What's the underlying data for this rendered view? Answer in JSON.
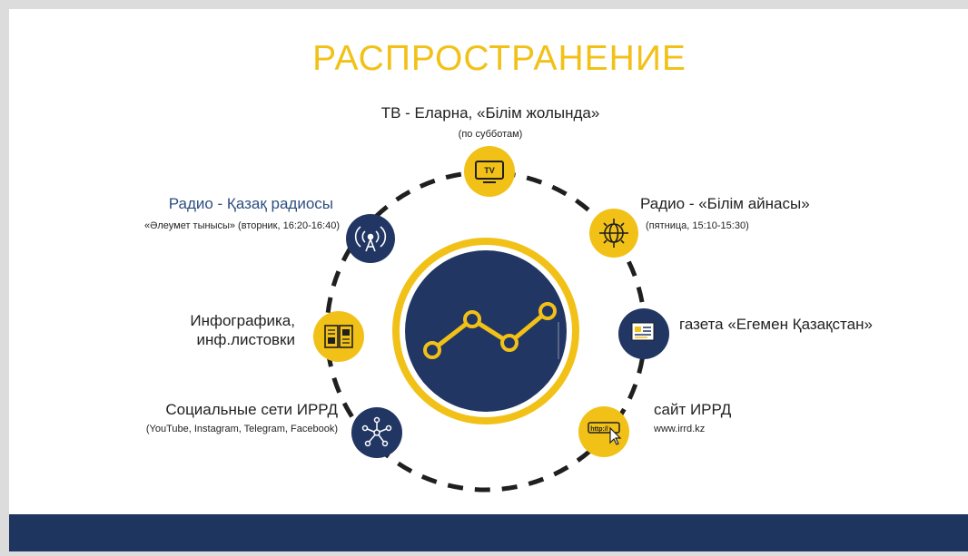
{
  "title": "РАСПРОСТРАНЕНИЕ",
  "colors": {
    "accent": "#f2c118",
    "navy": "#1e3560",
    "text": "#222222"
  },
  "nodes": [
    {
      "id": "tv",
      "icon": "tv-icon",
      "icon_text": "TV",
      "label": "ТВ - Еларна, «Білім жолында»",
      "sub": "(по субботам)"
    },
    {
      "id": "radio-bilim",
      "icon": "globe-network-icon",
      "label": "Радио - «Білім айнасы»",
      "sub": "(пятница, 15:10-15:30)"
    },
    {
      "id": "gazeta",
      "icon": "newspaper-icon",
      "label": "газета «Егемен Қазақстан»",
      "sub": ""
    },
    {
      "id": "site",
      "icon": "web-cursor-icon",
      "icon_text": "http://",
      "label": "сайт ИРРД",
      "sub": "www.irrd.kz"
    },
    {
      "id": "social",
      "icon": "share-network-icon",
      "label": "Социальные сети ИРРД",
      "sub": "(YouTube, Instagram, Telegram, Facebook)"
    },
    {
      "id": "infographic",
      "icon": "brochure-icon",
      "label": "Инфографика,",
      "label2": "инф.листовки",
      "sub": ""
    },
    {
      "id": "radio-kazakh",
      "icon": "radio-tower-icon",
      "label": "Радио - Қазақ радиосы",
      "sub": "«Әлеумет тынысы» (вторник, 16:20-16:40)"
    }
  ],
  "center": {
    "icon": "line-chart-icon"
  }
}
